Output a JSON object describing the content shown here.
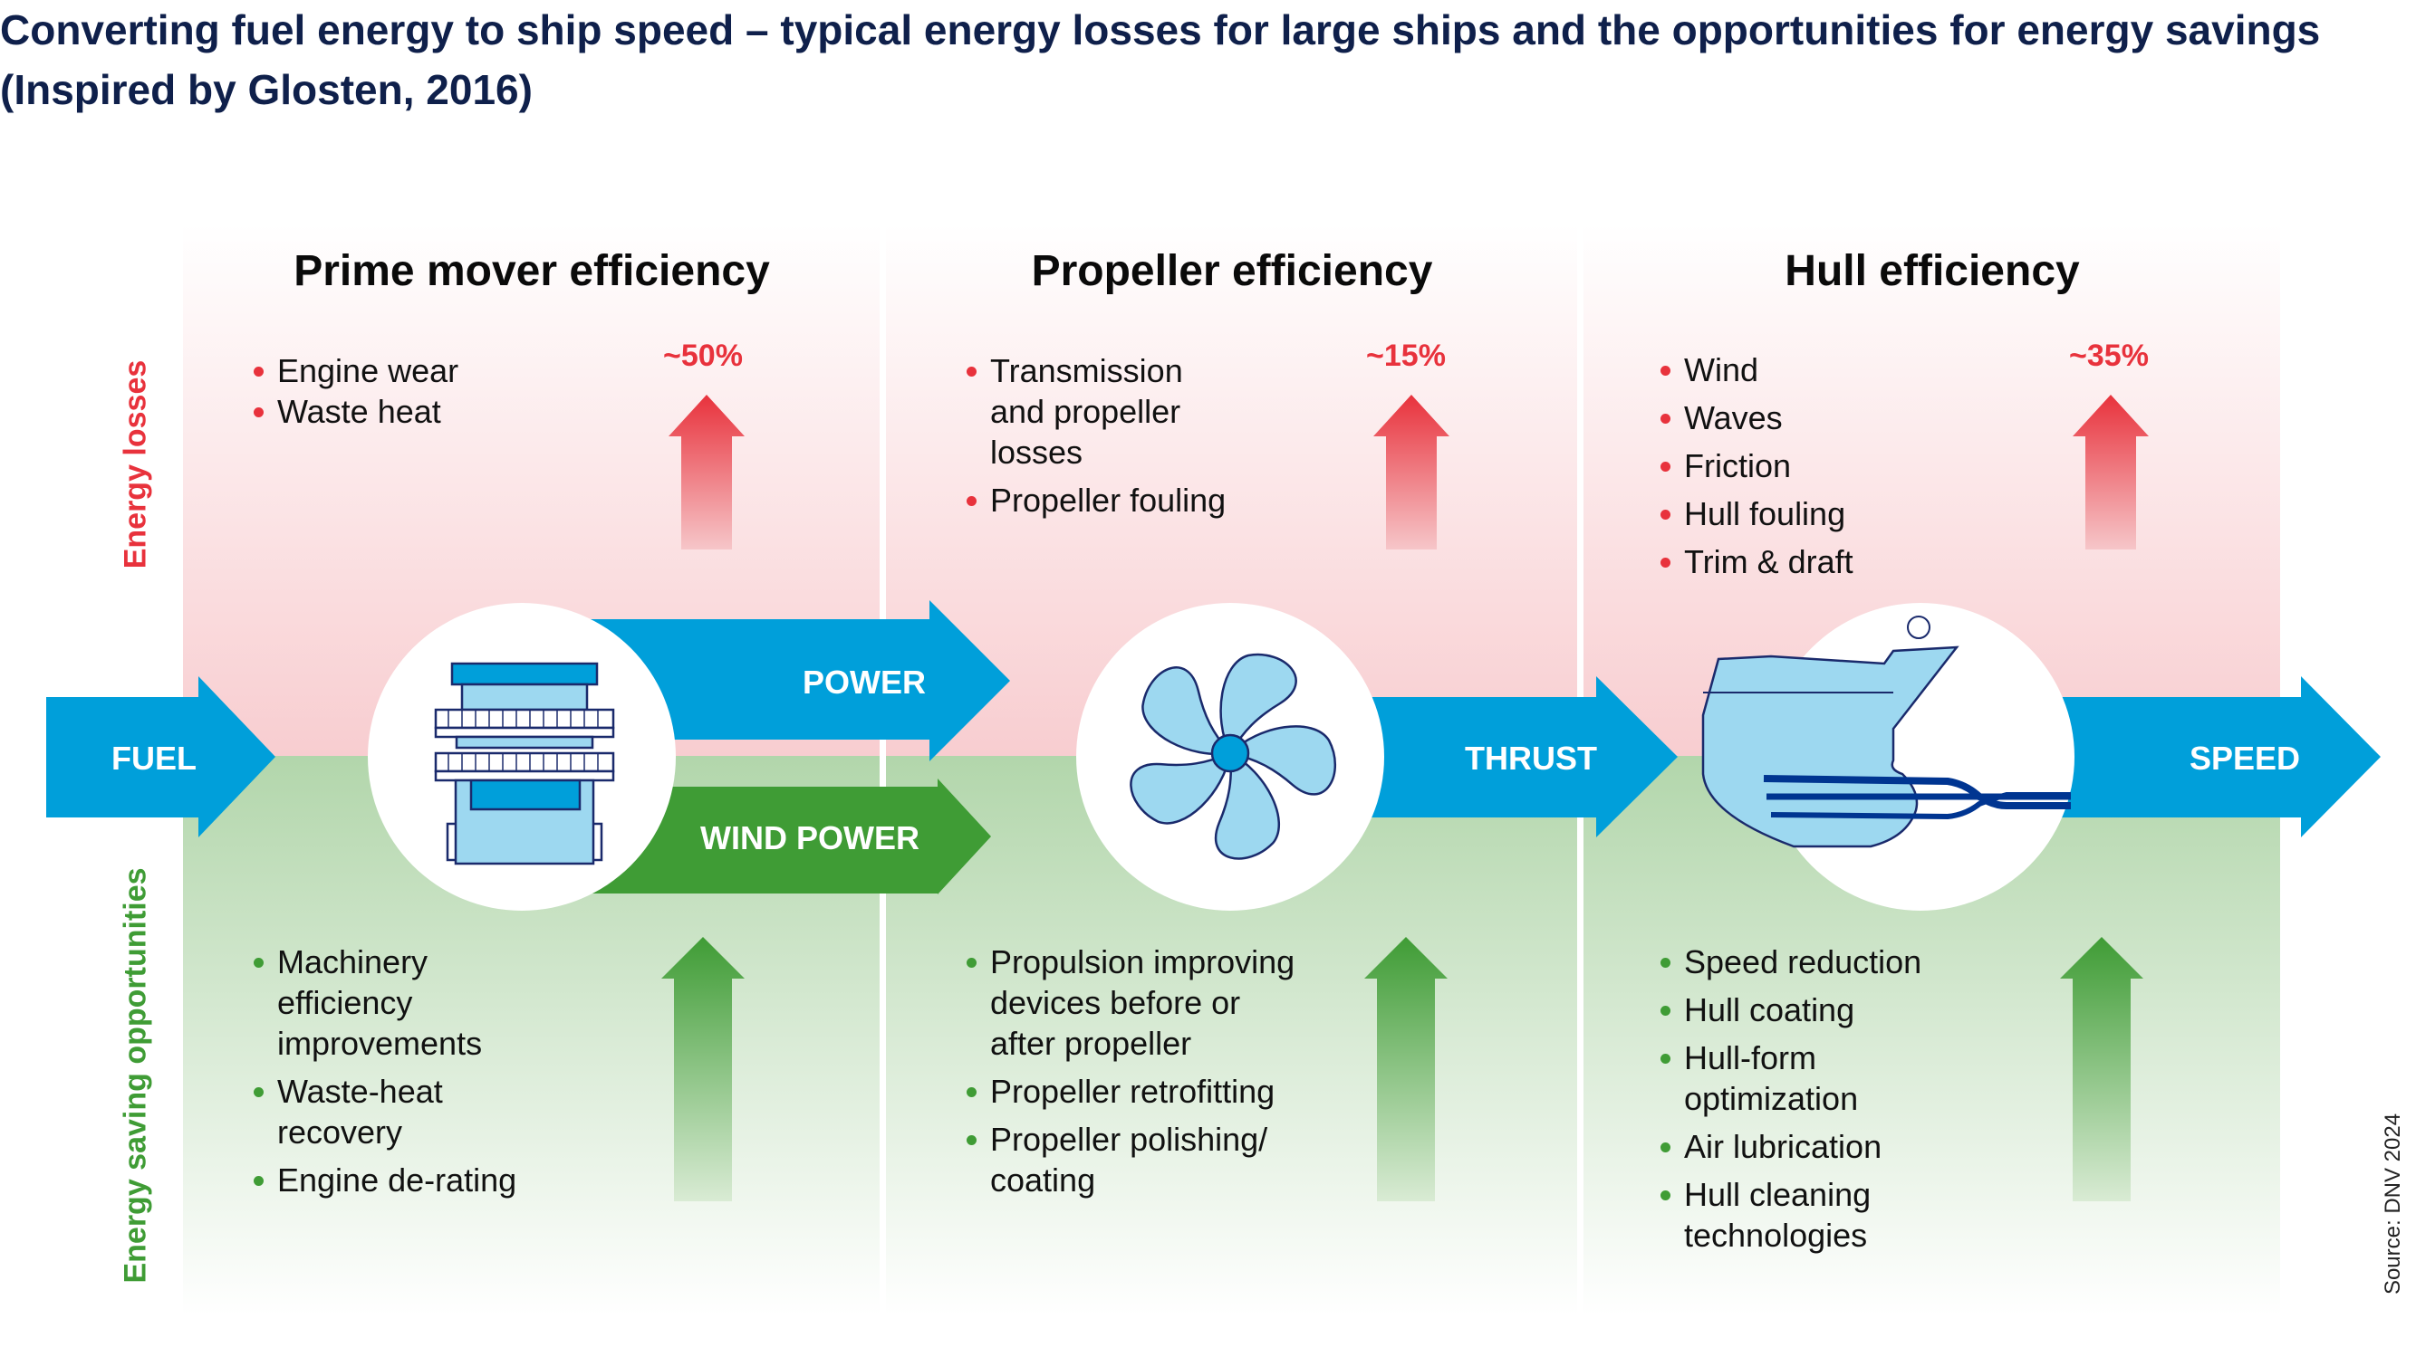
{
  "title": {
    "line1": "Converting fuel energy to ship speed – typical energy losses for large ships and the opportunities for energy savings",
    "line2": "(Inspired by Glosten, 2016)"
  },
  "side_labels": {
    "losses": "Energy losses",
    "savings": "Energy saving opportunities"
  },
  "colors": {
    "loss_red": "#e8323c",
    "saving_green": "#3f9c35",
    "flow_blue": "#009fda",
    "navy": "#0f204b"
  },
  "flow": {
    "fuel": "FUEL",
    "power": "POWER",
    "wind_power": "WIND POWER",
    "thrust": "THRUST",
    "speed": "SPEED"
  },
  "panels": [
    {
      "heading": "Prime mover efficiency",
      "loss_percent": "~50%",
      "losses": [
        "Engine wear",
        "Waste heat"
      ],
      "savings": [
        "Machinery\nefficiency\nimprovements",
        "Waste-heat\nrecovery",
        "Engine de-rating"
      ],
      "icon": "engine-icon"
    },
    {
      "heading": "Propeller efficiency",
      "loss_percent": "~15%",
      "losses": [
        "Transmission\nand propeller\nlosses",
        "Propeller fouling"
      ],
      "savings": [
        "Propulsion improving\ndevices before or\nafter propeller",
        "Propeller retrofitting",
        "Propeller polishing/\ncoating"
      ],
      "icon": "propeller-icon"
    },
    {
      "heading": "Hull efficiency",
      "loss_percent": "~35%",
      "losses": [
        "Wind",
        "Waves",
        "Friction",
        "Hull fouling",
        "Trim & draft"
      ],
      "savings": [
        "Speed reduction",
        "Hull coating",
        "Hull-form\noptimization",
        "Air lubrication",
        "Hull cleaning\ntechnologies"
      ],
      "icon": "hull-icon"
    }
  ],
  "source": "Source: DNV 2024"
}
